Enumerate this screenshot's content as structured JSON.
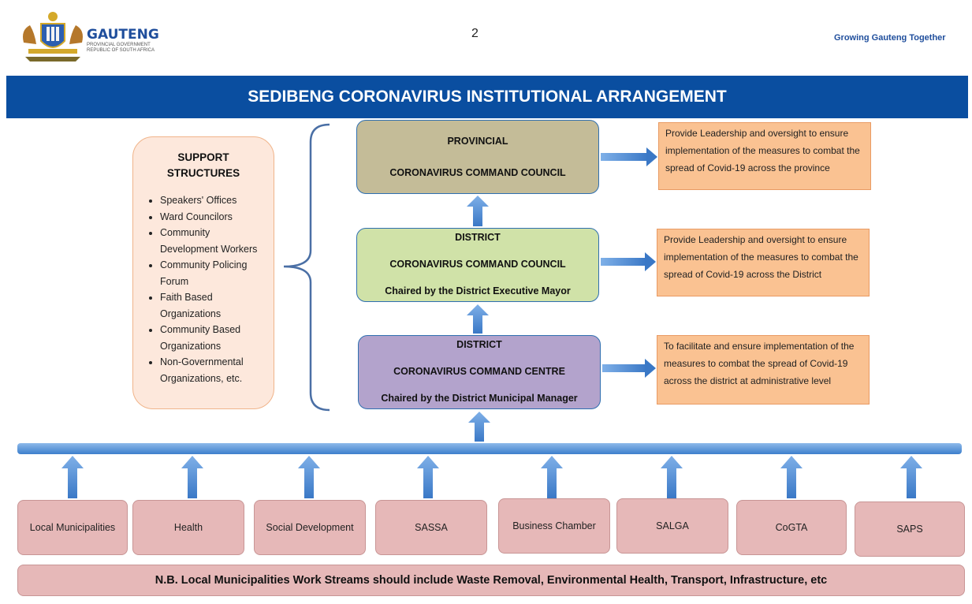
{
  "header": {
    "logo_text": "GAUTENG",
    "logo_sub_1": "PROVINCIAL GOVERNMENT",
    "logo_sub_2": "REPUBLIC OF SOUTH AFRICA",
    "page_number": "2",
    "tagline": "Growing Gauteng Together"
  },
  "title": "SEDIBENG CORONAVIRUS INSTITUTIONAL ARRANGEMENT",
  "support": {
    "title_1": "SUPPORT",
    "title_2": "STRUCTURES",
    "items": [
      "Speakers' Offices",
      "Ward Councilors",
      "Community Development Workers",
      "Community Policing Forum",
      "Faith Based Organizations",
      "Community Based Organizations",
      "Non-Governmental Organizations, etc."
    ]
  },
  "councils": [
    {
      "line1": "PROVINCIAL",
      "line2": "CORONAVIRUS COMMAND COUNCIL",
      "line3": "",
      "description": "Provide Leadership and oversight to ensure implementation of the measures to combat the spread of Covid-19 across the province"
    },
    {
      "line1": "DISTRICT",
      "line2": "CORONAVIRUS COMMAND COUNCIL",
      "line3": "Chaired by the District Executive Mayor",
      "description": "Provide Leadership and oversight to ensure implementation of the measures to combat the spread of Covid-19 across the District"
    },
    {
      "line1": "DISTRICT",
      "line2": "CORONAVIRUS COMMAND CENTRE",
      "line3": "Chaired by the District Municipal Manager",
      "description": "To facilitate and ensure implementation of the measures to combat the spread of Covid-19 across the district at administrative level"
    }
  ],
  "work_streams": [
    "Local Municipalities",
    "Health",
    "Social Development",
    "SASSA",
    "Business Chamber",
    "SALGA",
    "CoGTA",
    "SAPS"
  ],
  "note": "N.B. Local Municipalities Work Streams should  include Waste Removal, Environmental Health, Transport, Infrastructure, etc",
  "colors": {
    "title_bar": "#0a4ea0",
    "arrow": "#4f8fd8",
    "provincial": "#c4bc98",
    "district_council": "#d0e2a8",
    "district_centre": "#b3a3cc",
    "description": "#fac292",
    "work_stream": "#e6b8b8",
    "support": "#fde8dc"
  }
}
